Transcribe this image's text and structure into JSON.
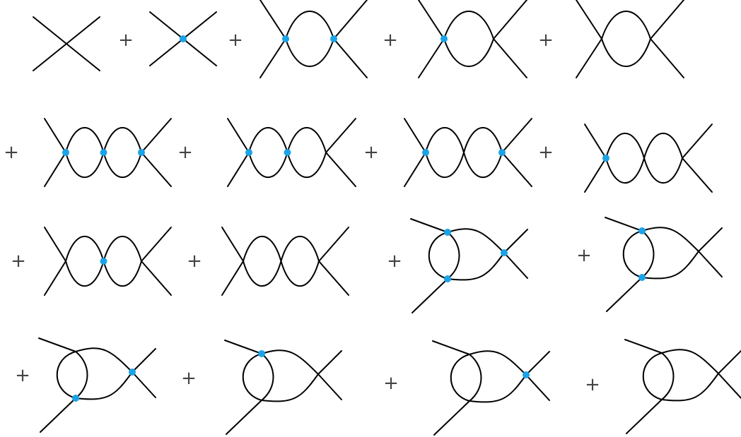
{
  "operator": "+",
  "colors": {
    "line": "#000000",
    "vertex": "#1aa3e8",
    "background": "#ffffff"
  },
  "rows": [
    {
      "items": [
        {
          "type": "cross",
          "dots": []
        },
        {
          "type": "cross",
          "dots": [
            "center"
          ]
        },
        {
          "type": "bubble",
          "dots": [
            "left",
            "right"
          ]
        },
        {
          "type": "bubble",
          "dots": [
            "left"
          ]
        },
        {
          "type": "bubble",
          "dots": []
        }
      ]
    },
    {
      "items": [
        {
          "type": "chain",
          "dots": [
            "left",
            "middle",
            "right"
          ]
        },
        {
          "type": "chain",
          "dots": [
            "left",
            "middle"
          ]
        },
        {
          "type": "chain",
          "dots": [
            "left",
            "right"
          ]
        },
        {
          "type": "chain",
          "dots": [
            "left"
          ]
        }
      ]
    },
    {
      "items": [
        {
          "type": "chain",
          "dots": [
            "middle"
          ]
        },
        {
          "type": "chain",
          "dots": []
        },
        {
          "type": "fish",
          "dots": [
            "top",
            "bottom",
            "right"
          ]
        },
        {
          "type": "fish",
          "dots": [
            "top",
            "bottom"
          ]
        }
      ]
    },
    {
      "items": [
        {
          "type": "fish",
          "dots": [
            "bottom",
            "right"
          ]
        },
        {
          "type": "fish",
          "dots": [
            "top"
          ]
        },
        {
          "type": "fish",
          "dots": [
            "right"
          ]
        },
        {
          "type": "fish",
          "dots": []
        }
      ]
    }
  ]
}
